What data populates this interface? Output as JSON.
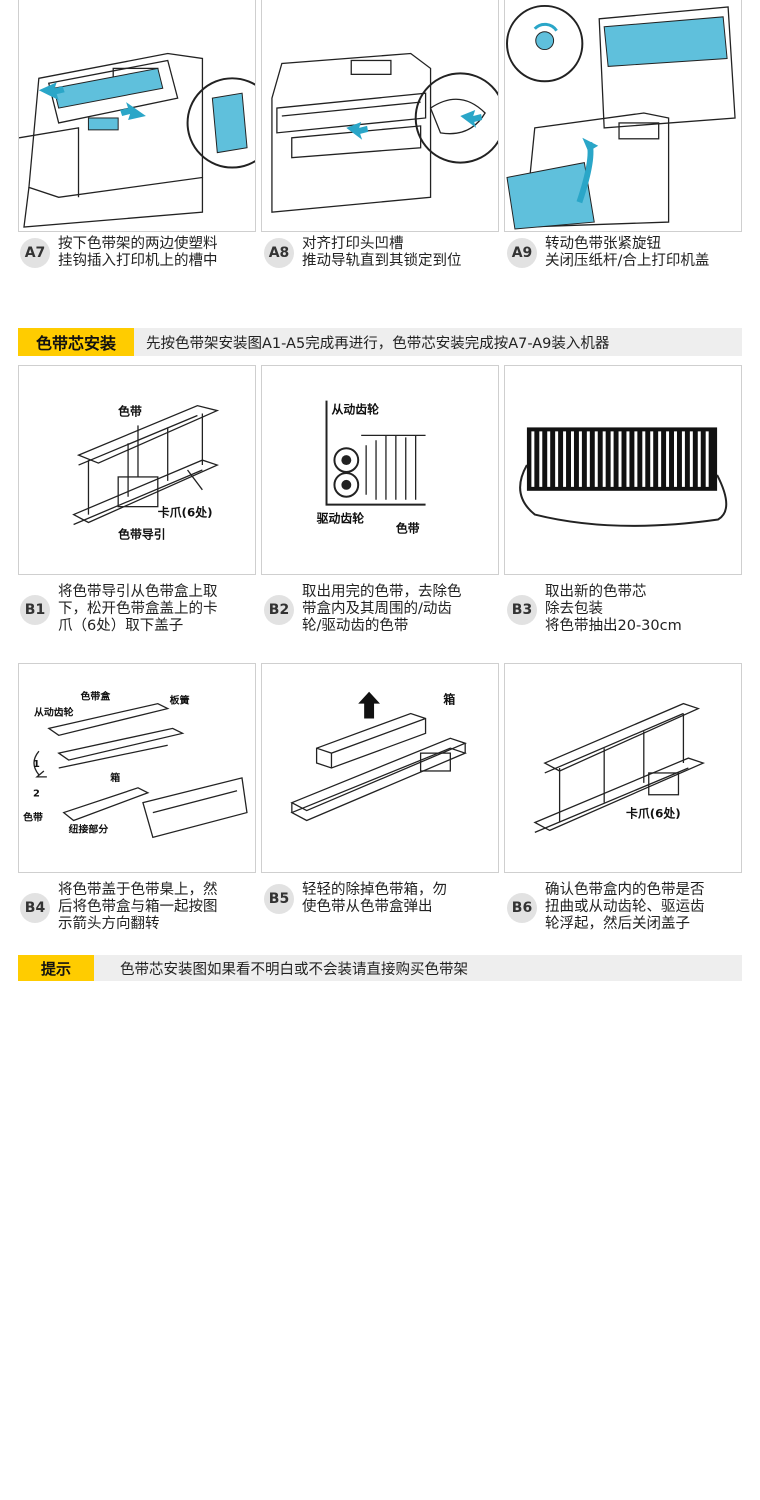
{
  "steps_a": [
    {
      "id": "A7",
      "text": "按下色带架的两边使塑料\n挂钩插入打印机上的槽中"
    },
    {
      "id": "A8",
      "text": "对齐打印头凹槽\n推动导轨直到其锁定到位"
    },
    {
      "id": "A9",
      "text": "转动色带张紧旋钮\n关闭压纸杆/合上打印机盖"
    }
  ],
  "section": {
    "tag": "色带芯安装",
    "text": "先按色带架安装图A1-A5完成再进行，色带芯安装完成按A7-A9装入机器"
  },
  "figure_labels": {
    "b1_ribbon": "色带",
    "b1_claw": "卡爪(6处)",
    "b1_guide": "色带导引",
    "b2_driven": "从动齿轮",
    "b2_drive": "驱动齿轮",
    "b2_ribbon": "色带",
    "b4_driven": "从动齿轮",
    "b4_cartridge": "色带盒",
    "b4_spring": "板簧",
    "b4_box": "箱",
    "b4_ribbon": "色带",
    "b4_joint": "纽接部分",
    "b4_num1": "1",
    "b4_num2": "2",
    "b5_box": "箱",
    "b6_claw": "卡爪(6处)"
  },
  "steps_b1": [
    {
      "id": "B1",
      "text": "将色带导引从色带盒上取\n下，松开色带盒盖上的卡\n爪（6处）取下盖子"
    },
    {
      "id": "B2",
      "text": "取出用完的色带，去除色\n带盒内及其周围的/动齿\n轮/驱动齿的色带"
    },
    {
      "id": "B3",
      "text": "取出新的色带芯\n除去包装\n将色带抽出20-30cm"
    }
  ],
  "steps_b2": [
    {
      "id": "B4",
      "text": "将色带盖于色带臬上，然\n后将色带盒与箱一起按图\n示箭头方向翻转"
    },
    {
      "id": "B5",
      "text": "轻轻的除掉色带箱，勿\n使色带从色带盒弹出"
    },
    {
      "id": "B6",
      "text": "确认色带盒内的色带是否\n扭曲或从动齿轮、驱运齿\n轮浮起，然后关闭盖子"
    }
  ],
  "tip": {
    "tag": "提示",
    "text": "色带芯安装图如果看不明白或不会装请直接购买色带架"
  },
  "colors": {
    "accent": "#ffcc00",
    "bar_bg": "#eeeeee",
    "badge_bg": "#e2e2e2",
    "illustration_blue": "#2aa6c8"
  }
}
